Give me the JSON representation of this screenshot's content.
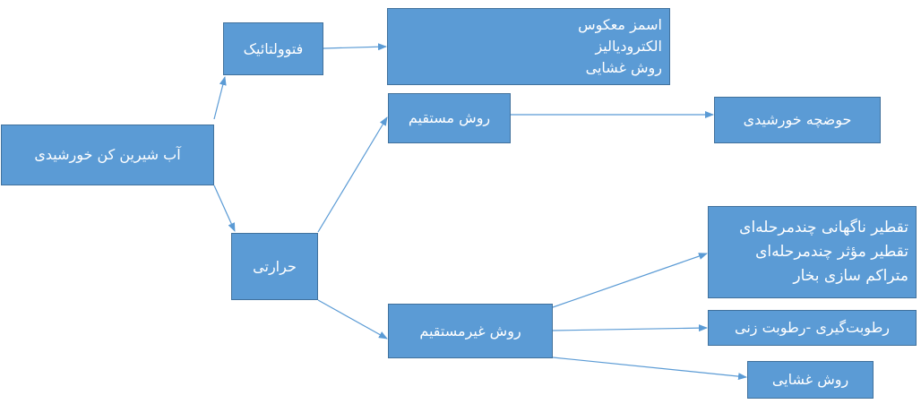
{
  "nodes": {
    "root": "آب شیرین کن خورشیدی",
    "photovoltaic": "فتوولتائیک",
    "pv_methods": [
      "اسمز معکوس",
      "الکترودیالیز",
      "روش غشایی"
    ],
    "thermal": "حرارتی",
    "direct": "روش مستقیم",
    "solar_pond": "حوضچه خورشیدی",
    "indirect": "روش غیرمستقیم",
    "distillation": [
      "تقطیر ناگهانی چندمرحله‌ای",
      "تقطیر مؤثر چندمرحله‌ای",
      "متراکم سازی بخار"
    ],
    "humidification": "رطوبت‌گیری -رطوبت زنی",
    "membrane": "روش غشایی"
  },
  "colors": {
    "box_fill": "#5b9bd5",
    "box_border": "#41719c",
    "text": "#ffffff",
    "arrow": "#5b9bd5"
  }
}
